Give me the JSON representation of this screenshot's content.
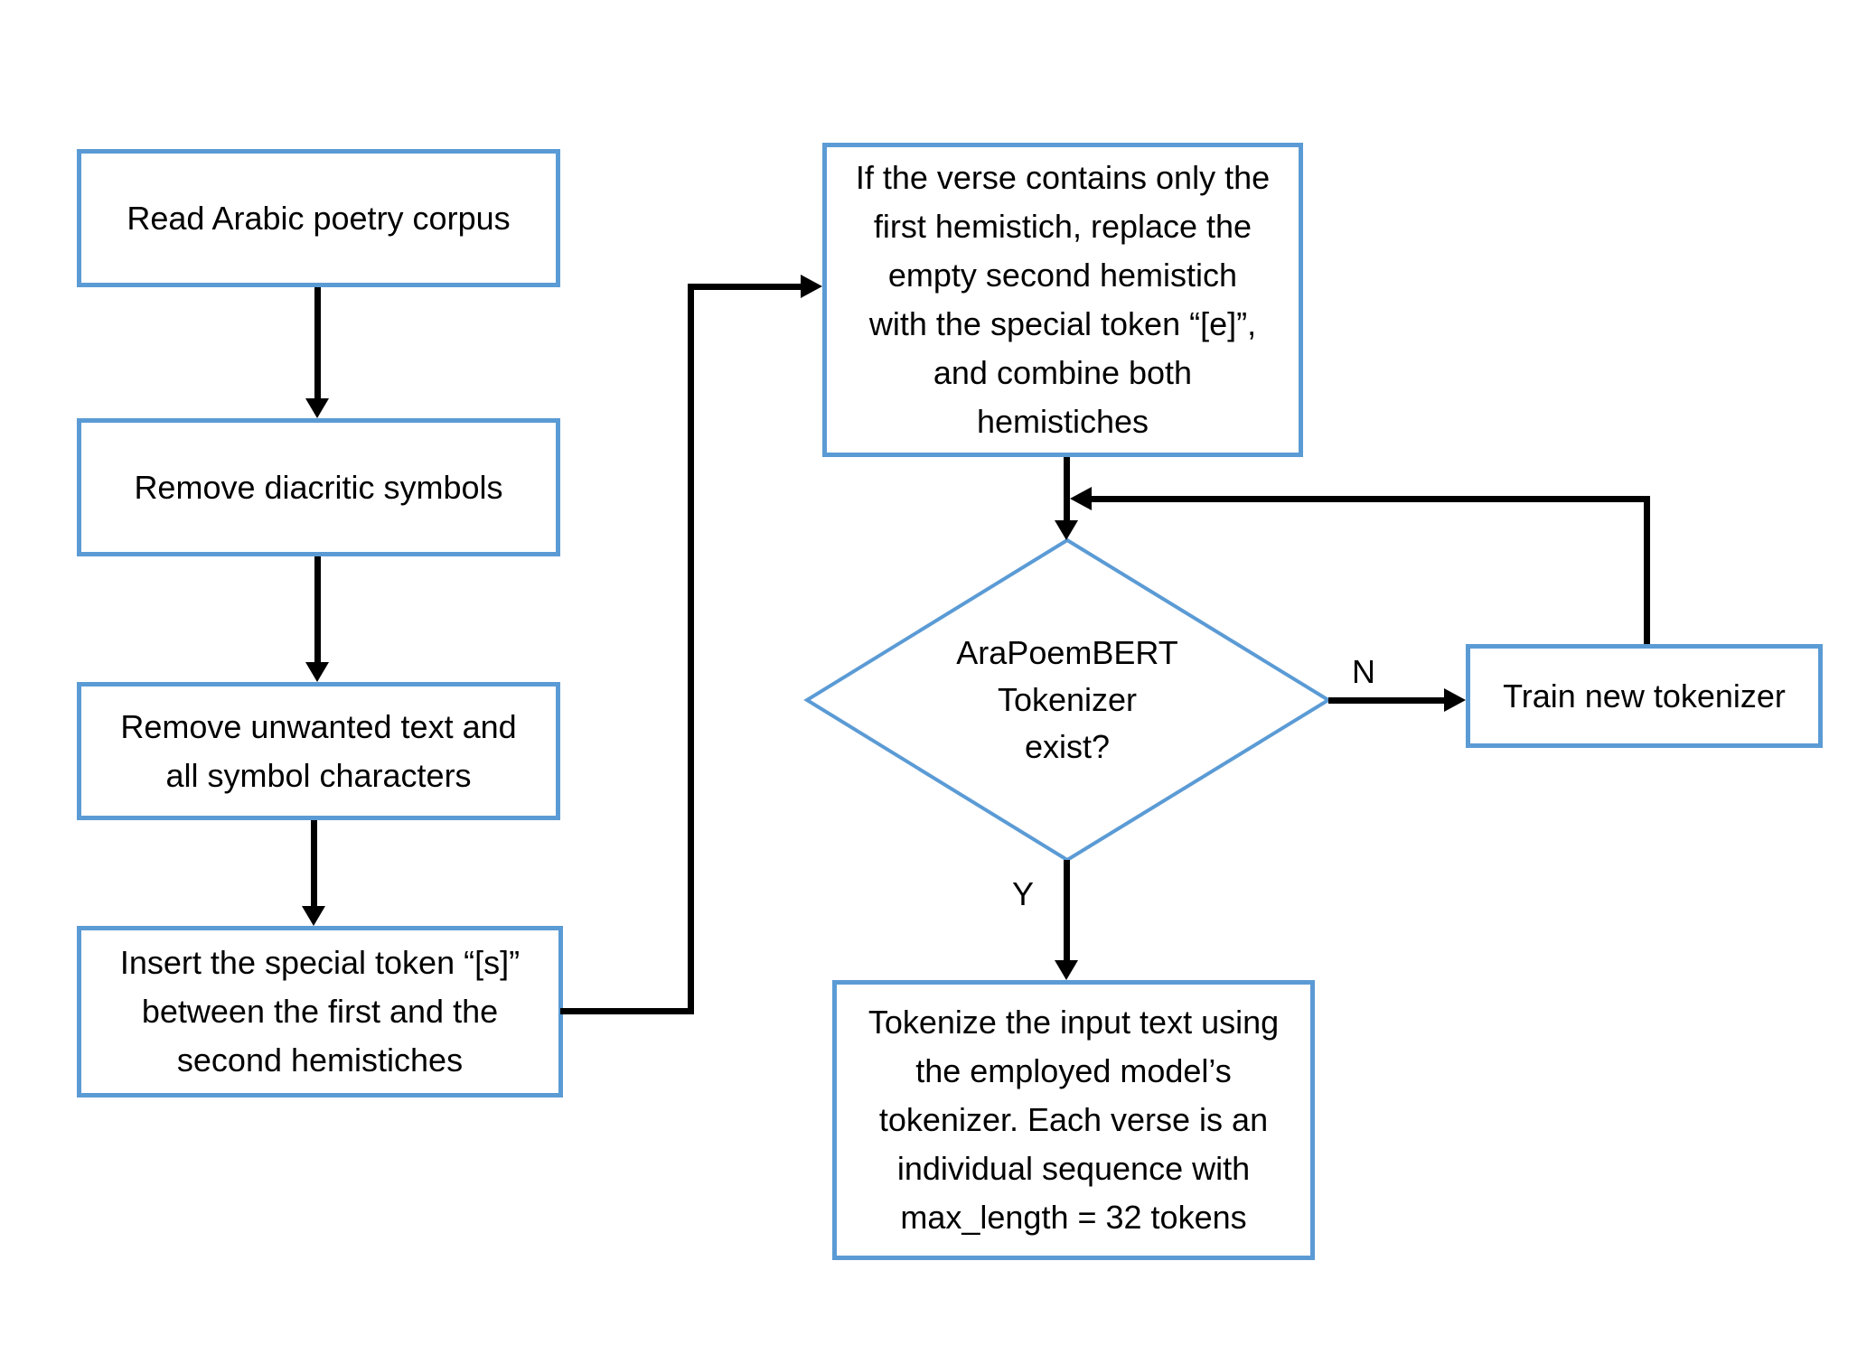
{
  "diagram": {
    "type": "flowchart",
    "colors": {
      "box_border": "#5B9BD5",
      "arrow": "#000000",
      "text": "#000000",
      "background": "#FFFFFF"
    },
    "nodes": {
      "read_corpus": "Read Arabic poetry corpus",
      "remove_diacritics": "Remove diacritic symbols",
      "remove_unwanted": "Remove unwanted text and\nall symbol characters",
      "insert_token": "Insert the special token “[s]”\nbetween the first and the\nsecond hemistiches",
      "replace_empty_hemistich": "If the verse contains only the\nfirst hemistich, replace the\nempty second hemistich\nwith the special token “[e]”,\nand combine both\nhemistiches",
      "tokenizer_exists": "AraPoemBERT\nTokenizer\nexist?",
      "train_tokenizer": "Train new tokenizer",
      "tokenize_input": "Tokenize the input text using\nthe employed model’s\ntokenizer. Each verse is an\nindividual sequence with\nmax_length = 32 tokens"
    },
    "edge_labels": {
      "no": "N",
      "yes": "Y"
    }
  }
}
